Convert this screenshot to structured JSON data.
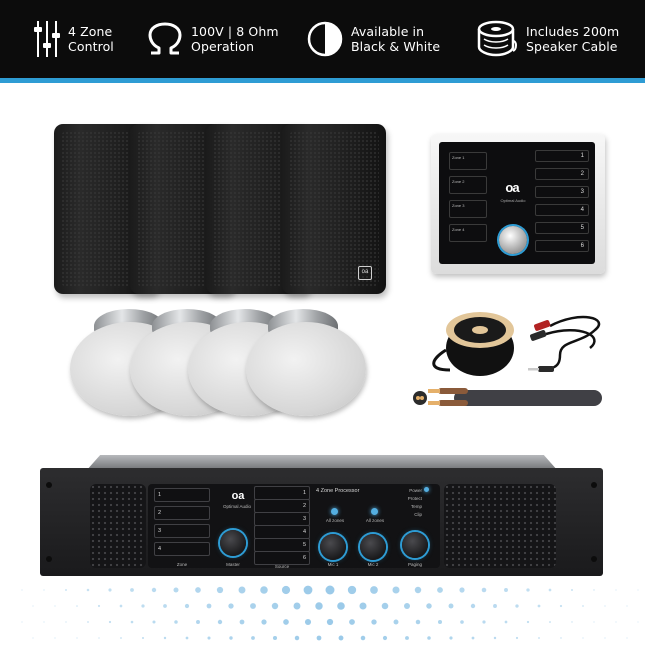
{
  "header": {
    "features": [
      {
        "icon": "sliders-icon",
        "line1": "4 Zone",
        "line2": "Control"
      },
      {
        "icon": "ohm-icon",
        "line1": "100V | 8 Ohm",
        "line2": "Operation"
      },
      {
        "icon": "half-circle-icon",
        "line1": "Available in",
        "line2": "Black & White"
      },
      {
        "icon": "cable-reel-icon",
        "line1": "Includes 200m",
        "line2": "Speaker Cable"
      }
    ],
    "background": "#0c0c0c",
    "accent_color": "#2e9cd4"
  },
  "controller": {
    "logo": "oa",
    "brand": "Optimal Audio",
    "zones": [
      "Zone 1",
      "Zone 2",
      "Zone 3",
      "Zone 4"
    ],
    "sources": [
      "1",
      "2",
      "3",
      "4",
      "5",
      "6"
    ]
  },
  "processor": {
    "logo": "oa",
    "brand": "Optimal Audio",
    "title": "4 Zone Processor",
    "zones": [
      "1",
      "2",
      "3",
      "4"
    ],
    "sources": [
      "1",
      "2",
      "3",
      "4",
      "5",
      "6"
    ],
    "status": [
      "Power",
      "Protect",
      "Temp",
      "Clip"
    ],
    "buttons": [
      "All zones",
      "All zones"
    ],
    "knob_labels": [
      "Zone",
      "Master",
      "Source",
      "Mic 1",
      "Mic 2",
      "Paging"
    ]
  },
  "speaker_logo": "oa"
}
